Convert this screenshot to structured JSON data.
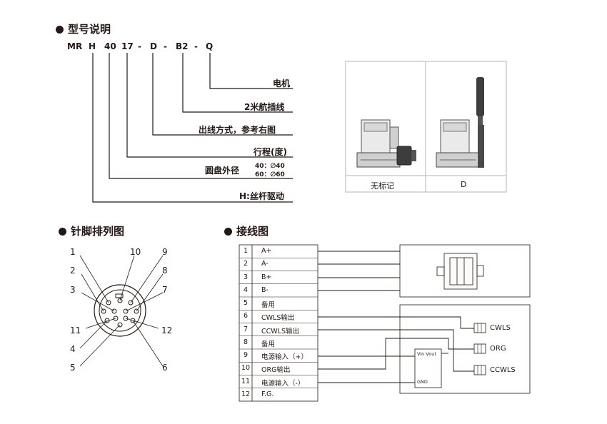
{
  "model_section": {
    "title": "型号说明",
    "code": [
      "MR",
      "H",
      "40",
      "17",
      "-",
      "D",
      "-",
      "B2",
      "-",
      "Q"
    ],
    "labels": {
      "motor": "电机",
      "cable": "2米航插线",
      "outlet": "出线方式，参考右图",
      "stroke": "行程(度)",
      "diameter": "圆盘外径",
      "diameter_opt1": "40：∅40",
      "diameter_opt2": "60：∅60",
      "drive": "H:丝杆驱动"
    },
    "photos": {
      "left_caption": "无标记",
      "right_caption": "D"
    }
  },
  "pin_section": {
    "title": "针脚排列图",
    "pins": [
      "1",
      "2",
      "3",
      "4",
      "5",
      "6",
      "7",
      "8",
      "9",
      "10",
      "11",
      "12"
    ]
  },
  "wiring_section": {
    "title": "接线图",
    "rows": [
      {
        "num": "1",
        "label": "A+"
      },
      {
        "num": "2",
        "label": "A-"
      },
      {
        "num": "3",
        "label": "B+"
      },
      {
        "num": "4",
        "label": "B-"
      },
      {
        "num": "5",
        "label": "备用"
      },
      {
        "num": "6",
        "label": "CWLS输出"
      },
      {
        "num": "7",
        "label": "CCWLS输出"
      },
      {
        "num": "8",
        "label": "备用"
      },
      {
        "num": "9",
        "label": "电源输入（+）"
      },
      {
        "num": "10",
        "label": "ORG输出"
      },
      {
        "num": "11",
        "label": "电源输入（-）"
      },
      {
        "num": "12",
        "label": "F.G."
      }
    ],
    "sensors": [
      "CWLS",
      "ORG",
      "CCWLS"
    ],
    "sensor_box": {
      "top": "Vin Vout",
      "bottom": "GND"
    }
  }
}
